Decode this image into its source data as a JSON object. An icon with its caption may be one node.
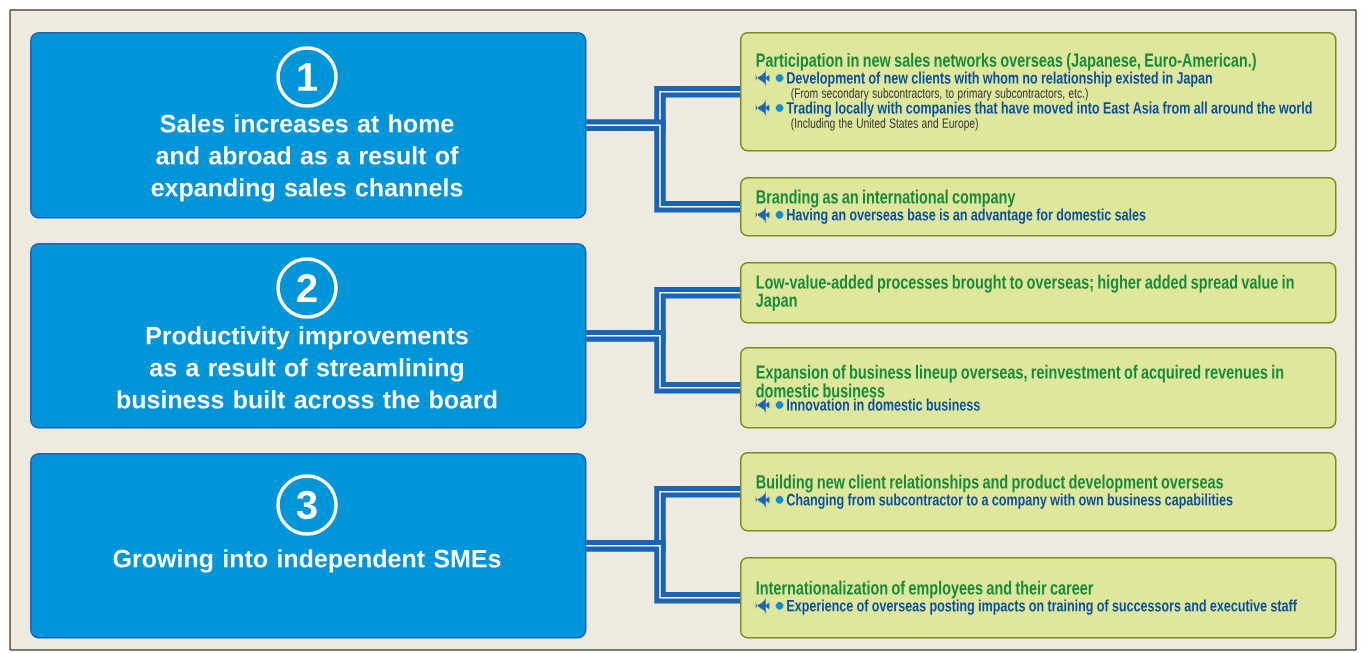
{
  "diagram": {
    "nodes": [
      {
        "text": [
          "1",
          "Sales increases at home and abroad as a result of expanding sales channels"
        ]
      },
      {
        "text": [
          "Participation in new sales networks overseas (Japanese, Euro-American.)",
          "Development of new clients with whom no relationship existed in Japan",
          "(From secondary subcontractors, to primary subcontractors, etc.)",
          "Trading locally with companies that have moved into East Asia from all around the world",
          "(Including the United States and Europe)"
        ]
      },
      {
        "text": [
          "Branding as an international company",
          "Having an overseas base is an advantage for domestic sales"
        ]
      },
      {
        "text": [
          "2",
          "Productivity improvements as a result of streamlining business built across the board"
        ]
      },
      {
        "text": [
          "Low-value-added processes brought to overseas; higher added spread value in Japan"
        ]
      },
      {
        "text": [
          "Expansion of business lineup overseas, reinvestment of acquired revenues in domestic business",
          "Innovation in domestic business"
        ]
      },
      {
        "text": [
          "3",
          "Growing into independent SMEs"
        ]
      },
      {
        "text": [
          "Building new client relationships and product development overseas",
          "Changing from subcontractor to a company with own business capabilities"
        ]
      },
      {
        "text": [
          "Internationalization of employees and their career",
          "Experience of overseas posting impacts on training of successors and executive staff"
        ]
      }
    ],
    "edges": [
      {
        "from": 0,
        "to": 1,
        "arrow": "none"
      },
      {
        "from": 0,
        "to": 2,
        "arrow": "none"
      },
      {
        "from": 3,
        "to": 4,
        "arrow": "none"
      },
      {
        "from": 3,
        "to": 5,
        "arrow": "none"
      },
      {
        "from": 6,
        "to": 7,
        "arrow": "none"
      },
      {
        "from": 6,
        "to": 8,
        "arrow": "none"
      }
    ]
  }
}
